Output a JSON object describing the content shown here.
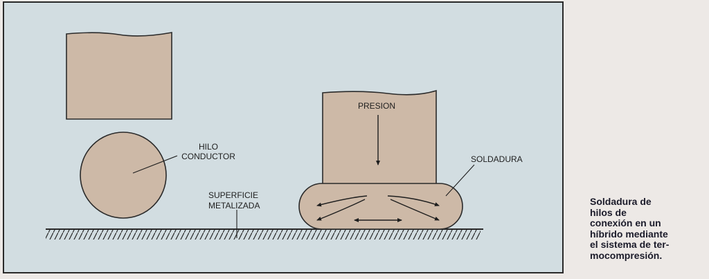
{
  "diagram": {
    "labels": {
      "hilo_line1": "HILO",
      "hilo_line2": "CONDUCTOR",
      "superficie_line1": "SUPERFICIE",
      "superficie_line2": "METALIZADA",
      "presion": "PRESION",
      "soldadura": "SOLDADURA"
    }
  },
  "caption": {
    "lines": [
      "Soldadura de",
      "hilos de",
      "conexión en un",
      "híbrido mediante",
      "el sistema de ter-",
      "mocompresión."
    ]
  },
  "colors": {
    "panel": "#d2dde1",
    "block_fill": "#cdb9a7",
    "outline": "#2a2a2a",
    "page": "#ede9e6"
  }
}
